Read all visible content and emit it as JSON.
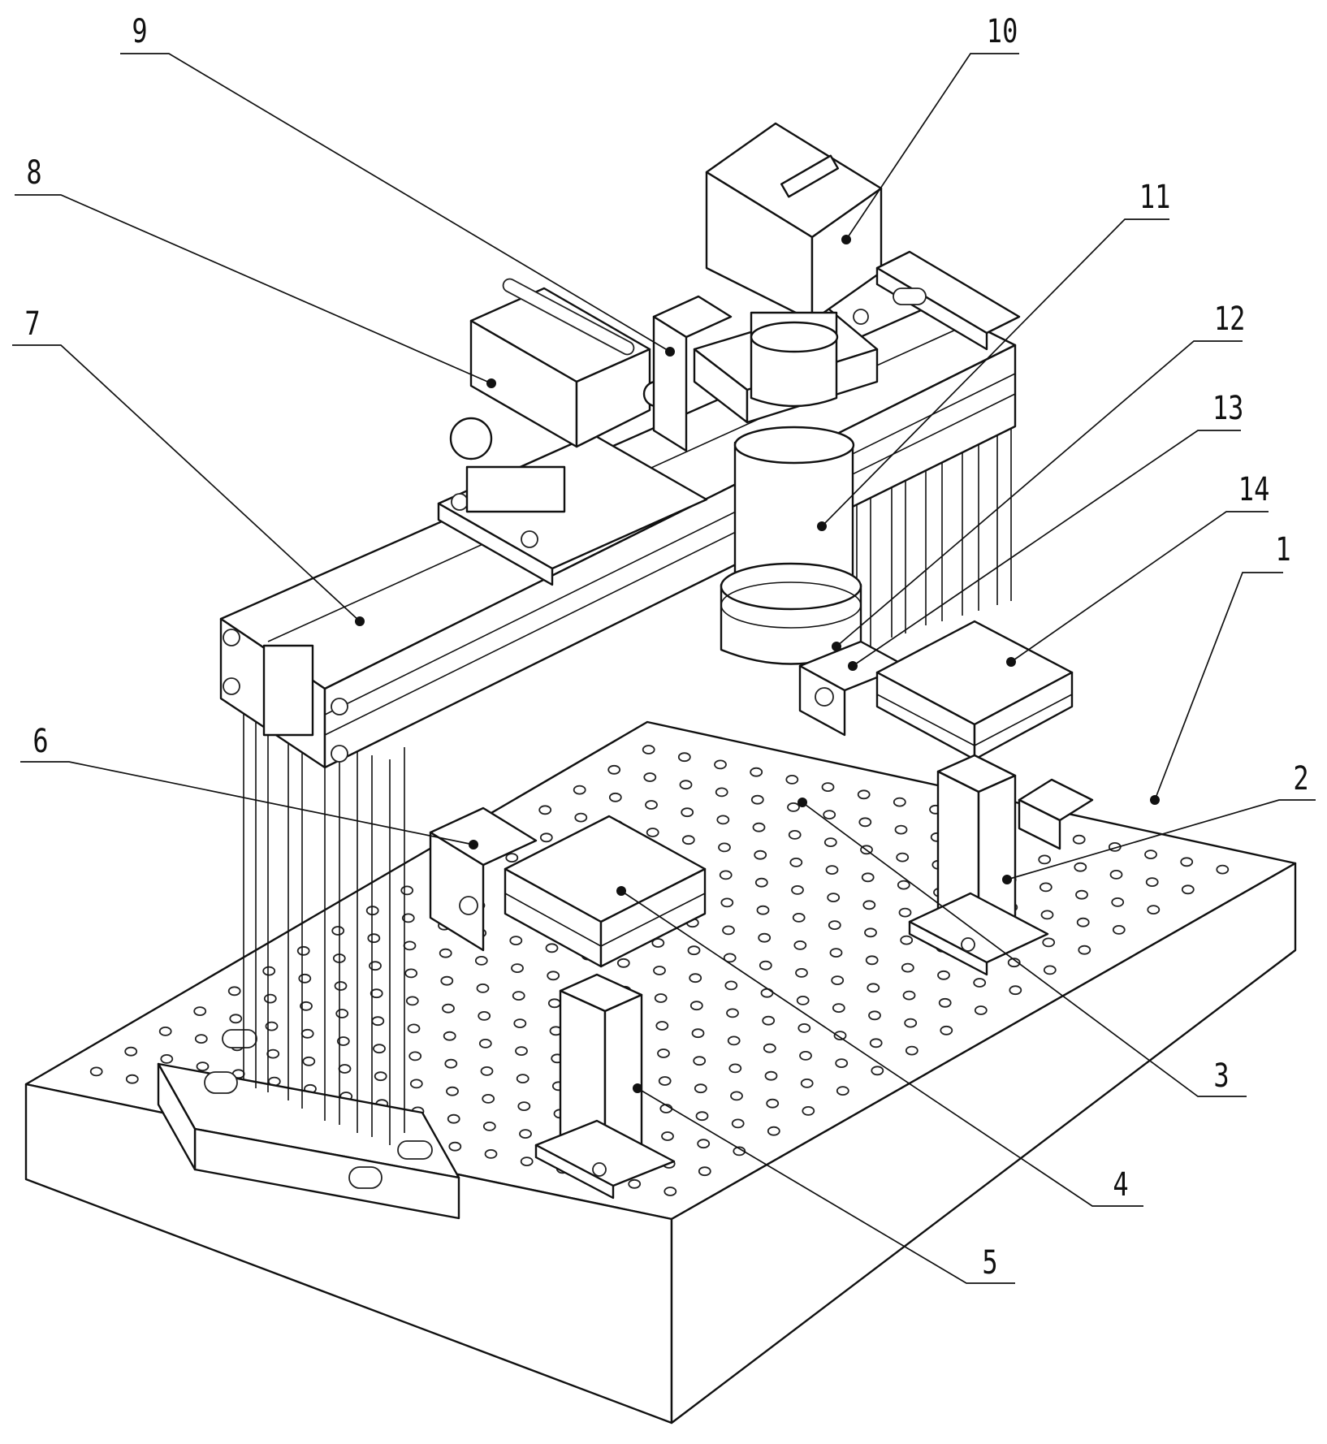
{
  "figure": {
    "type": "patent-style isometric mechanical line drawing",
    "callouts": [
      {
        "id": "c1",
        "label": "1"
      },
      {
        "id": "c2",
        "label": "2"
      },
      {
        "id": "c3",
        "label": "3"
      },
      {
        "id": "c4",
        "label": "4"
      },
      {
        "id": "c5",
        "label": "5"
      },
      {
        "id": "c6",
        "label": "6"
      },
      {
        "id": "c7",
        "label": "7"
      },
      {
        "id": "c8",
        "label": "8"
      },
      {
        "id": "c9",
        "label": "9"
      },
      {
        "id": "c10",
        "label": "10"
      },
      {
        "id": "c11",
        "label": "11"
      },
      {
        "id": "c12",
        "label": "12"
      },
      {
        "id": "c13",
        "label": "13"
      },
      {
        "id": "c14",
        "label": "14"
      }
    ]
  },
  "colors": {
    "line": "#111111",
    "background": "#ffffff"
  }
}
